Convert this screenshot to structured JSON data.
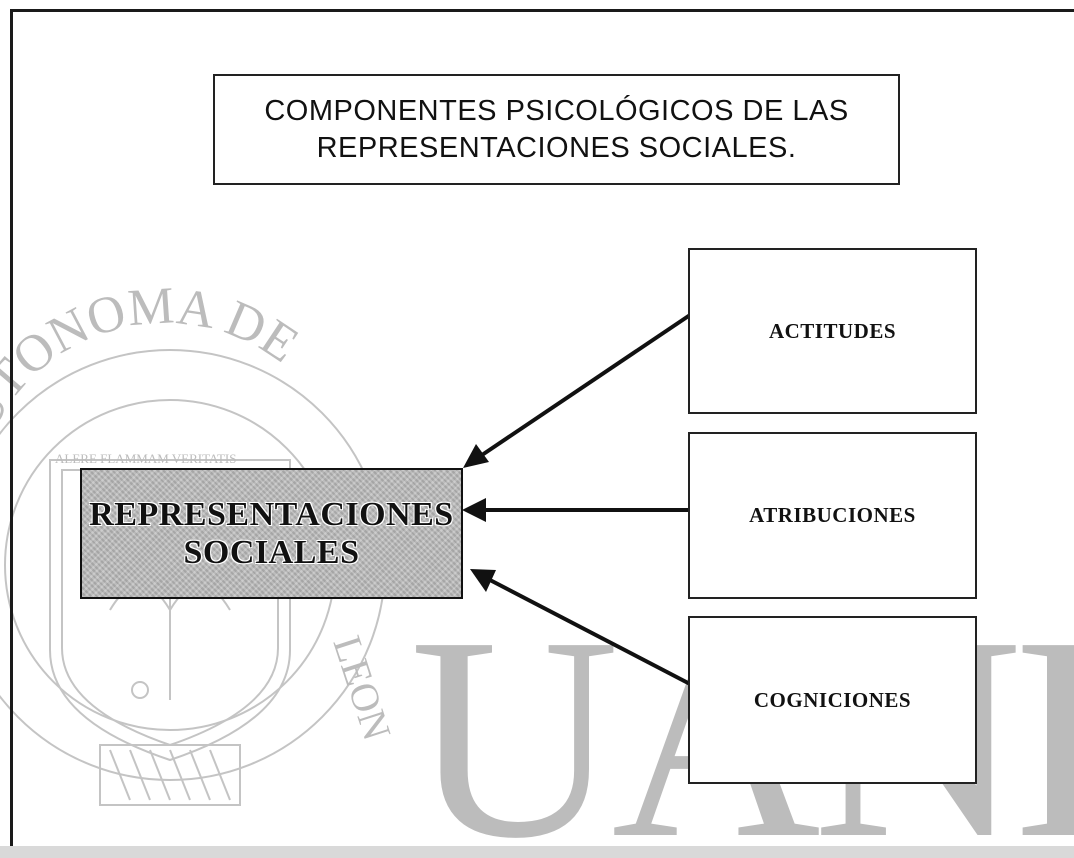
{
  "title": {
    "line1": "COMPONENTES PSICOLÓGICOS DE LAS",
    "line2": "REPRESENTACIONES SOCIALES."
  },
  "central_node": {
    "line1": "REPRESENTACIONES",
    "line2": "SOCIALES"
  },
  "components": [
    {
      "label": "ACTITUDES"
    },
    {
      "label": "ATRIBUCIONES"
    },
    {
      "label": "COGNICIONES"
    }
  ],
  "watermark": {
    "seal_top_text": "AUTONOMA DE",
    "seal_side_text": "LEON",
    "seal_motto": "ALERE FLAMMAM VERITATIS",
    "letters": "UANL"
  },
  "colors": {
    "central_fill": "#b9b9b9",
    "watermark": "#bcbcbc",
    "stroke": "#111111"
  }
}
